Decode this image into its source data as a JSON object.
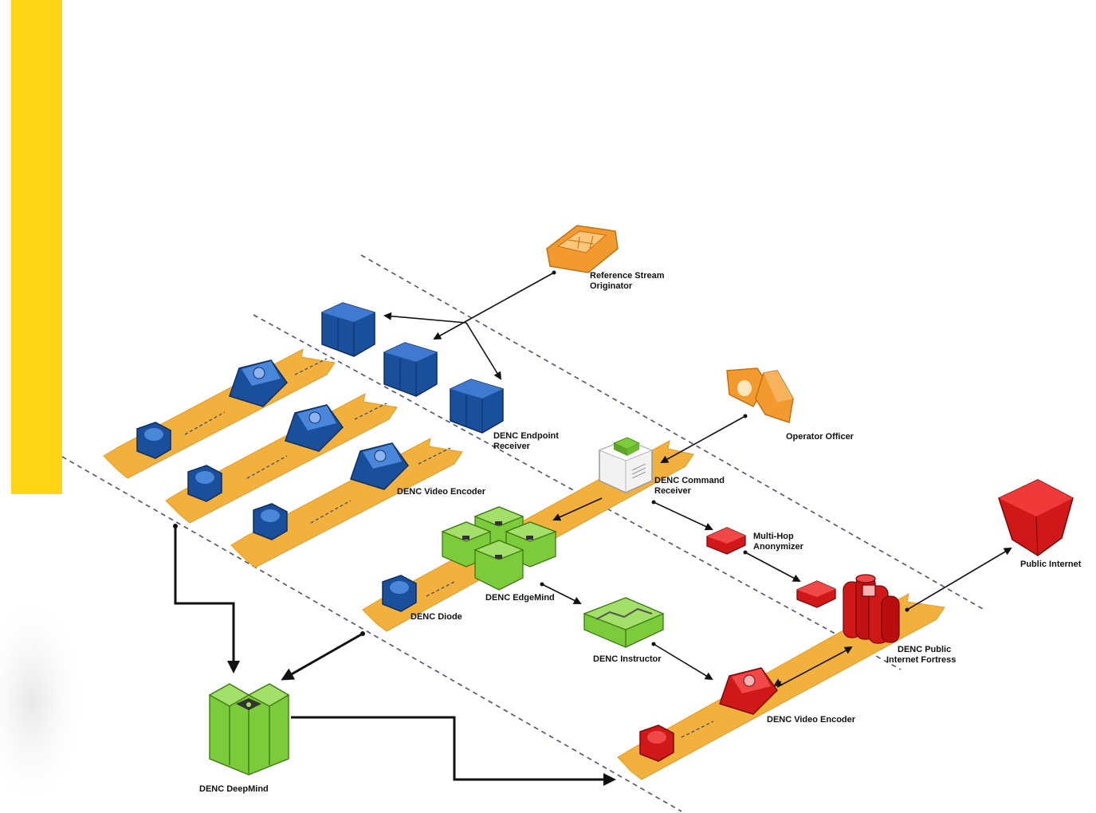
{
  "colors": {
    "accent_bar": "#FFD515",
    "lane": "#F2B13C",
    "blue_node": "#1A4F9C",
    "green_node": "#7CCB3A",
    "red_node": "#D01818",
    "orange_node": "#F29A2E",
    "dashed_boundary": "#4A5470"
  },
  "nodes": {
    "reference_stream_originator": {
      "label_1": "Reference Stream",
      "label_2": "Originator",
      "icon": "orange-grid-tile-icon"
    },
    "operator_officer": {
      "label": "Operator Officer",
      "icon": "orange-users-icon"
    },
    "endpoint_receiver": {
      "label_1": "DENC Endpoint",
      "label_2": "Receiver",
      "icon": "blue-cube-icon"
    },
    "video_encoder_blue": {
      "label": "DENC Video Encoder",
      "icon": "blue-pyramid-icon"
    },
    "command_receiver": {
      "label_1": "DENC Command",
      "label_2": "Receiver",
      "icon": "white-server-icon"
    },
    "multi_hop_anonymizer": {
      "label_1": "Multi-Hop",
      "label_2": "Anonymizer",
      "icon": "red-router-icon"
    },
    "edgemind": {
      "label": "DENC EdgeMind",
      "icon": "green-cluster-icon"
    },
    "diode": {
      "label": "DENC Diode",
      "icon": "blue-octagon-icon"
    },
    "instructor": {
      "label": "DENC Instructor",
      "icon": "green-tile-icon"
    },
    "public_internet": {
      "label": "Public Internet",
      "icon": "red-cube-icon"
    },
    "public_internet_fortress": {
      "label_1": "DENC Public",
      "label_2": "Internet Fortress",
      "icon": "red-cylinder-icon"
    },
    "video_encoder_red": {
      "label": "DENC Video Encoder",
      "icon": "red-pyramid-icon"
    },
    "deepmind": {
      "label": "DENC DeepMind",
      "icon": "green-tower-icon"
    }
  }
}
